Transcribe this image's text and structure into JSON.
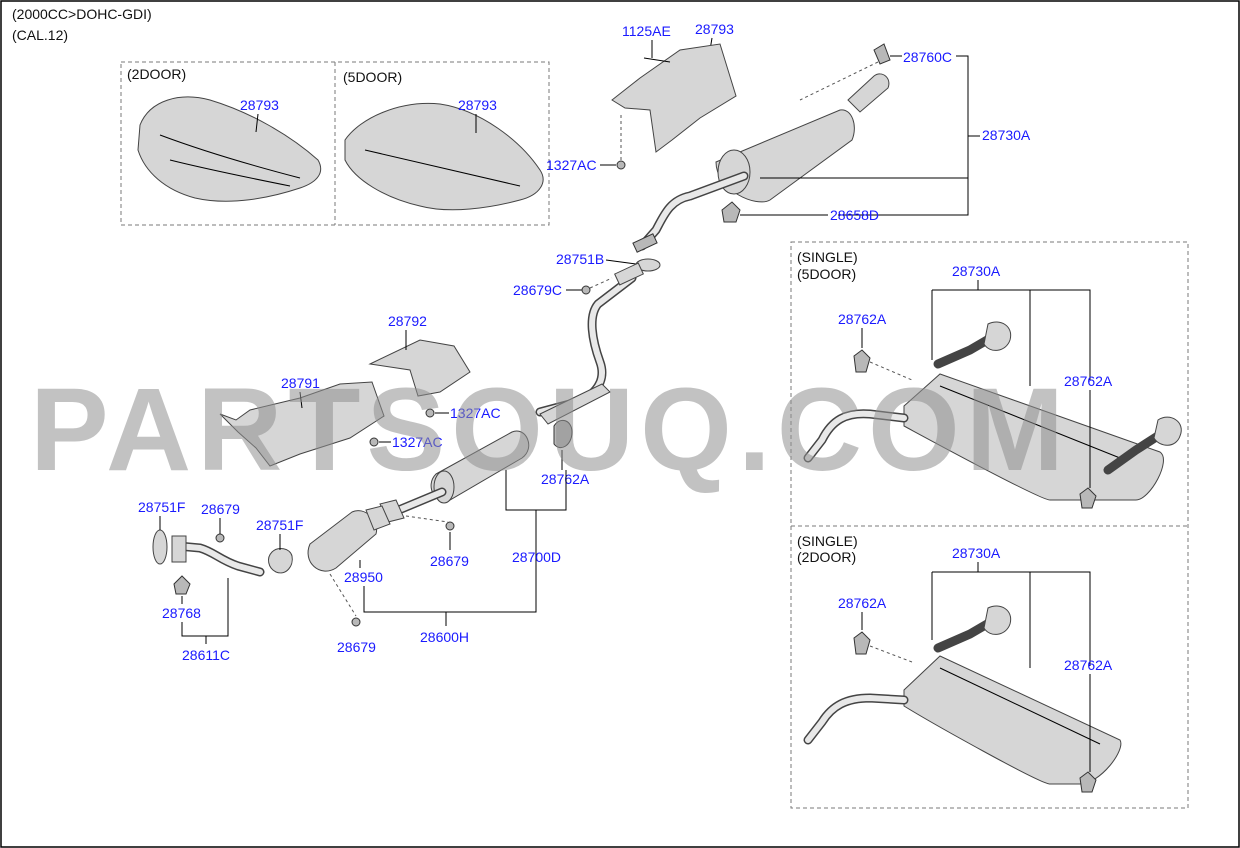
{
  "header": {
    "line1": "(2000CC>DOHC-GDI)",
    "line2": "(CAL.12)"
  },
  "boxes": {
    "two_door": "(2DOOR)",
    "five_door": "(5DOOR)",
    "single_5door_a": "(SINGLE)",
    "single_5door_b": "(5DOOR)",
    "single_2door_a": "(SINGLE)",
    "single_2door_b": "(2DOOR)"
  },
  "labels": {
    "p28793_2door": "28793",
    "p28793_5door": "28793",
    "p1125AE": "1125AE",
    "p28793_top": "28793",
    "p1327AC_top": "1327AC",
    "p28760C": "28760C",
    "p28730A_main": "28730A",
    "p28658D": "28658D",
    "p28751B": "28751B",
    "p28679C": "28679C",
    "p28792": "28792",
    "p28791": "28791",
    "p1327AC_a": "1327AC",
    "p1327AC_b": "1327AC",
    "p28762A_mid": "28762A",
    "p28751F_left": "28751F",
    "p28679_left": "28679",
    "p28751F_mid": "28751F",
    "p28768": "28768",
    "p28611C": "28611C",
    "p28950": "28950",
    "p28679_mid": "28679",
    "p28700D": "28700D",
    "p28679_bottom": "28679",
    "p28600H": "28600H",
    "p28730A_s5": "28730A",
    "p28762A_s5_left": "28762A",
    "p28762A_s5_right": "28762A",
    "p28730A_s2": "28730A",
    "p28762A_s2_left": "28762A",
    "p28762A_s2_right": "28762A"
  },
  "watermark": "PARTSOUQ.COM",
  "colors": {
    "part_number": "#1a1aff",
    "watermark": "#8f8f8f"
  }
}
